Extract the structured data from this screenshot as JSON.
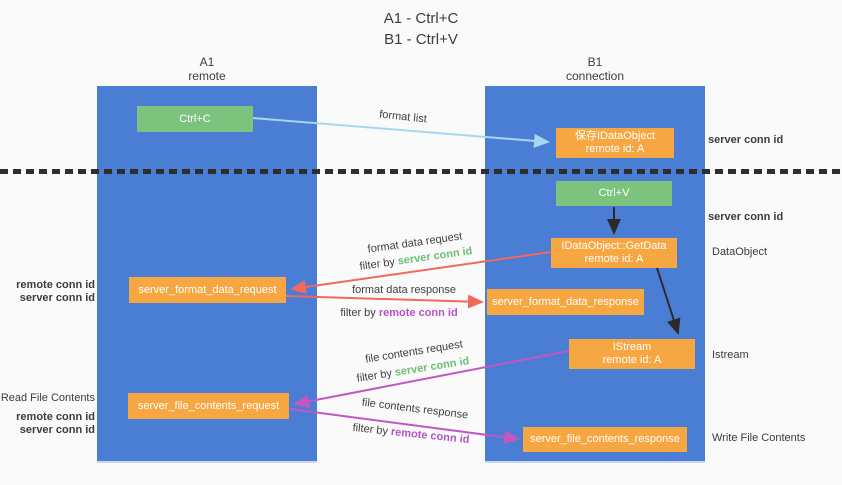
{
  "title": {
    "line1": "A1 - Ctrl+C",
    "line2": "B1 - Ctrl+V"
  },
  "columns": {
    "left": {
      "id": "A1",
      "subtitle": "remote"
    },
    "right": {
      "id": "B1",
      "subtitle": "connection"
    }
  },
  "nodes": {
    "ctrl_c": "Ctrl+C",
    "ctrl_v": "Ctrl+V",
    "save_idataobject": {
      "line1": "保存IDataObject",
      "line2": "remote id: A"
    },
    "getdata": {
      "line1": "IDataObject::GetData",
      "line2": "remote id: A"
    },
    "istream": {
      "line1": "IStream",
      "line2": "remote id: A"
    },
    "format_request": "server_format_data_request",
    "format_response": "server_format_data_response",
    "file_request": "server_file_contents_request",
    "file_response": "server_file_contents_response"
  },
  "arrow_labels": {
    "format_list": "format list",
    "format_data_request": "format data request",
    "format_data_response": "format data response",
    "file_contents_request": "file contents request",
    "file_contents_response": "file contents response",
    "filter_by": "filter by ",
    "server_conn_id": "server conn id",
    "remote_conn_id": "remote conn id"
  },
  "side_labels": {
    "right": {
      "server_conn_id_top": "server conn id",
      "server_conn_id_mid": "server conn id",
      "dataobject": "DataObject",
      "istream": "Istream",
      "write_file_contents": "Write File Contents"
    },
    "left": {
      "remote_conn_id_top": "remote conn id",
      "server_conn_id_top": "server conn id",
      "read_file_contents": "Read File Contents",
      "remote_conn_id_bottom": "remote conn id",
      "server_conn_id_bottom": "server conn id"
    }
  },
  "colors": {
    "lane_blue": "#4a7ed5",
    "box_green": "#7cc47e",
    "box_orange": "#f7a742",
    "arrow_light_blue": "#a8d6f0",
    "arrow_red": "#f0685e",
    "arrow_purple": "#c257c4",
    "arrow_black": "#2b2b2b",
    "text_green": "#6dbe73",
    "text_purple": "#b254c4",
    "text_dark": "#3c3c3c"
  }
}
